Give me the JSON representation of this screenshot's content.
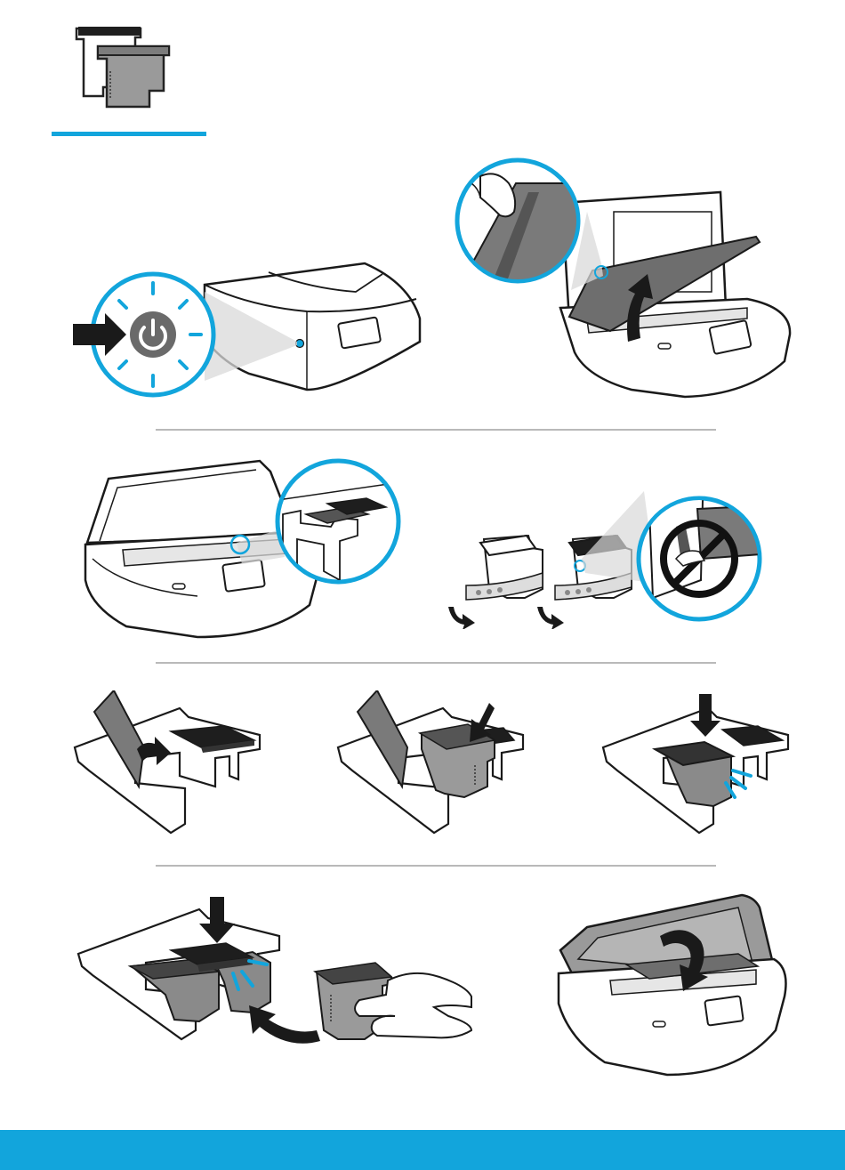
{
  "document": {
    "title": "",
    "colors": {
      "accent": "#12a5dc",
      "ink": "#1a1a1a",
      "cartridge_black": "#222222",
      "cartridge_gray": "#9a9a9a",
      "divider": "#b9b9b9"
    }
  },
  "steps": [
    {
      "name": "power-on",
      "icons": [
        "power-button-icon",
        "arrow-right-icon"
      ]
    },
    {
      "name": "open-access-door",
      "icons": [
        "finger-lift-icon",
        "curved-arrow-up-icon"
      ]
    },
    {
      "name": "locate-carriage",
      "icons": [
        "zoom-callout"
      ]
    },
    {
      "name": "remove-tape",
      "icons": [
        "tape-pull-arrow-icon",
        "no-touch-icon"
      ]
    },
    {
      "name": "open-latch",
      "icons": [
        "curved-arrow-up-icon"
      ]
    },
    {
      "name": "insert-cartridge",
      "icons": [
        "arrow-down-right-icon"
      ]
    },
    {
      "name": "close-latch",
      "icons": [
        "arrow-down-icon",
        "click-lines-icon"
      ]
    },
    {
      "name": "repeat-for-second",
      "icons": [
        "arrow-down-icon",
        "curved-arrow-left-icon"
      ]
    },
    {
      "name": "close-door",
      "icons": [
        "arrow-down-icon"
      ]
    }
  ]
}
